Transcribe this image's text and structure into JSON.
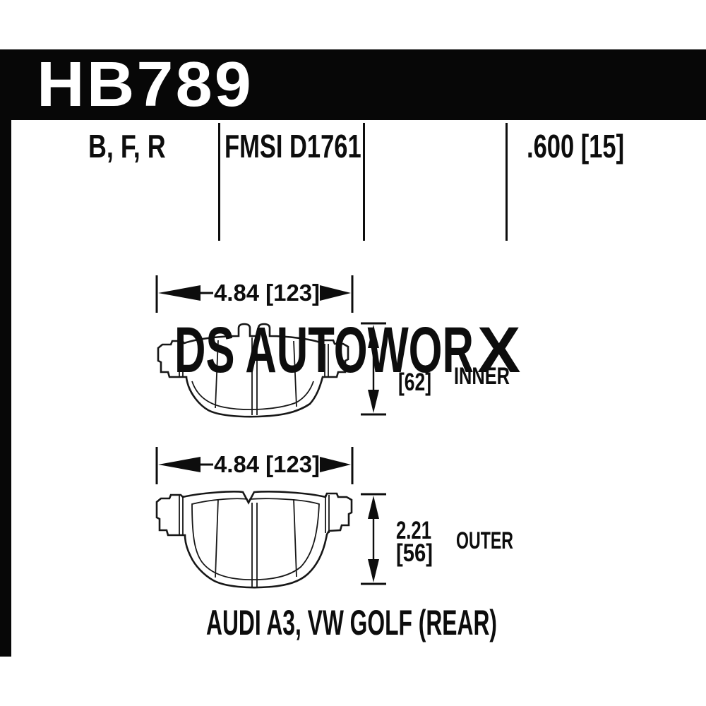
{
  "part": {
    "code": "HB789",
    "compounds": "B, F, R",
    "fmsi": "FMSI D1761",
    "thickness": ".600 [15]"
  },
  "dimensions": {
    "width_upper": "4.84 [123]",
    "width_lower": "4.84 [123]",
    "inner_height_mm": "[62]",
    "outer_height_in": "2.21",
    "outer_height_mm": "[56]"
  },
  "labels": {
    "inner": "INNER",
    "outer": "OUTER"
  },
  "application": "AUDI A3, VW GOLF (REAR)",
  "watermark": {
    "text": "DS AUTOWOR",
    "x_char": "X"
  },
  "colors": {
    "bar": "#070707",
    "ink": "#111111",
    "watermark": "#3e3e3e"
  }
}
